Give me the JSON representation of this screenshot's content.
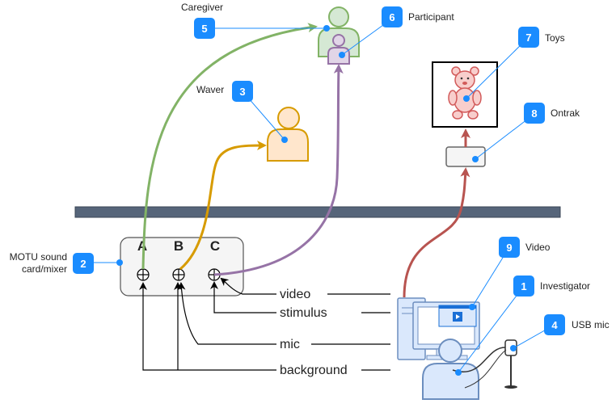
{
  "labels": {
    "caregiver": "Caregiver",
    "participant": "Participant",
    "waver": "Waver",
    "toys": "Toys",
    "ontrak": "Ontrak",
    "motu_line1": "MOTU sound",
    "motu_line2": "card/mixer",
    "video_device": "Video",
    "investigator": "Investigator",
    "usb_mic": "USB mic"
  },
  "channels": {
    "a": "A",
    "b": "B",
    "c": "C"
  },
  "signals": {
    "video": "video",
    "stimulus": "stimulus",
    "mic": "mic",
    "background": "background"
  },
  "badges": {
    "b1": "1",
    "b2": "2",
    "b3": "3",
    "b4": "4",
    "b5": "5",
    "b6": "6",
    "b7": "7",
    "b8": "8",
    "b9": "9"
  },
  "colors": {
    "badge": "#1a8cff",
    "caregiver_line": "#82b366",
    "waver_line": "#d79b00",
    "participant_line": "#9673a6",
    "ontrak_line": "#b85450",
    "divider_bar": "#56657a",
    "person_blue": "#dae8fc",
    "person_orange": "#ffe6cc",
    "person_green": "#d5e8d4",
    "person_purple": "#e1d5e7"
  }
}
